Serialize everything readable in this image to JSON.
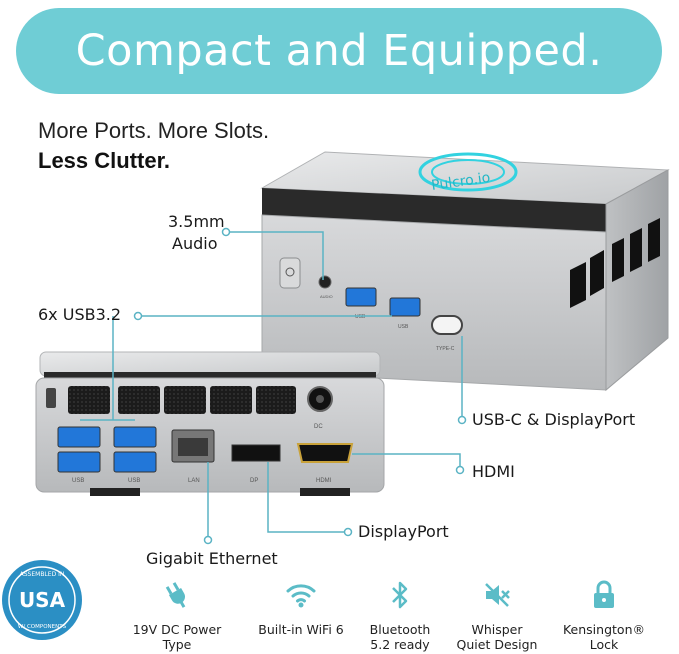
{
  "banner": {
    "title": "Compact and Equipped."
  },
  "tagline": {
    "line1": "More Ports.  More Slots.",
    "line2": "Less Clutter."
  },
  "brand": {
    "logo_text": "Pulcro.io"
  },
  "callouts": {
    "audio_line1": "3.5mm",
    "audio_line2": "Audio",
    "usb": "6x USB3.2",
    "usbc": "USB-C & DisplayPort",
    "hdmi": "HDMI",
    "displayport": "DisplayPort",
    "ethernet": "Gigabit Ethernet"
  },
  "port_labels": {
    "usb": "USB",
    "lan": "LAN",
    "dp": "DP",
    "hdmi": "HDMI",
    "dc": "DC",
    "typec": "TYPE-C",
    "audio": "AUDIO"
  },
  "badge": {
    "top": "ASSEMBLED IN",
    "main": "USA",
    "bottom": "W/ COMPONENTS"
  },
  "features": [
    {
      "icon": "power-plug-icon",
      "label": "19V DC Power Type"
    },
    {
      "icon": "wifi-icon",
      "label": "Built-in WiFi 6"
    },
    {
      "icon": "bluetooth-icon",
      "label": "Bluetooth 5.2 ready"
    },
    {
      "icon": "mute-fan-icon",
      "label": "Whisper Quiet Design"
    },
    {
      "icon": "lock-icon",
      "label": "Kensington® Lock"
    }
  ],
  "colors": {
    "accent": "#6fcdd5",
    "icon": "#5bbcc7",
    "callout_line": "#5ab3c4",
    "silver": "#c9cbcd"
  }
}
